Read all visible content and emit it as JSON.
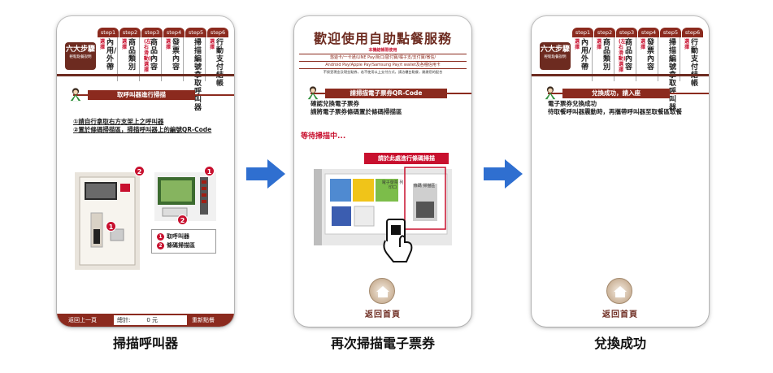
{
  "steps_header": {
    "six_steps_title": "六大步驟",
    "six_steps_sub": "輕鬆點餐說明",
    "steps": [
      {
        "tab": "step1",
        "red": "選擇",
        "text": "內用/外帶"
      },
      {
        "tab": "step2",
        "red": "選擇",
        "text": "商品類別"
      },
      {
        "tab": "step3",
        "red": "(左右滑動)選擇",
        "text": "商品內容"
      },
      {
        "tab": "step4",
        "red": "選擇",
        "text": "發票內容"
      },
      {
        "tab": "step5",
        "red": "",
        "text": "掃描編號拿取呼叫器"
      },
      {
        "tab": "step6",
        "red": "選擇",
        "text": "行動支付結帳"
      }
    ]
  },
  "screen1": {
    "ribbon": "取呼叫器進行掃描",
    "instructions": [
      "①請自行拿取右方支架上之呼叫器",
      "②置於條碼掃描區，掃描呼叫器上的編號QR-Code"
    ],
    "legend": [
      "取呼叫器",
      "條碼掃描區"
    ],
    "badge_1": "1",
    "badge_2": "2",
    "footer_back": "返回上一頁",
    "footer_total_label": "總計:",
    "footer_total_value": "0 元",
    "footer_reorder": "重新點餐"
  },
  "screen2": {
    "welcome": "歡迎使用自助點餐服務",
    "pay_line1": "本機結帳限使用",
    "pay_line2": "悠遊卡/一卡通/LINE Pay/街口/歐付寶/橘子支/支付寶/微信/",
    "pay_line3": "Android Pay/Apple Pay/Samsung Pay/t wallet及各種信用卡",
    "pay_line4": "不接受現金及現金點券，若不使用以上支付方式，請洽櫃台點餐，謝謝您的配合",
    "ribbon": "請掃描電子票券QR-Code",
    "instructions": [
      "確認兌換電子票券",
      "請將電子票券條碼置於條碼掃描區"
    ],
    "waiting": "等待掃描中...",
    "callout": "請於此處進行條碼掃描",
    "kiosk_label_left": "電子發票 列印口",
    "kiosk_label_right": "條碼 掃描區",
    "home_label": "返回首頁"
  },
  "screen3": {
    "ribbon": "兌換成功，請入座",
    "instructions": [
      "電子票券兌換成功",
      "待取餐呼叫器震動時，再攜帶呼叫器至取餐區取餐"
    ],
    "home_label": "返回首頁"
  },
  "captions": [
    "掃描呼叫器",
    "再次掃描電子票券",
    "兌換成功"
  ],
  "colors": {
    "brand": "#8b2a1e",
    "brand_dark": "#6d2b20",
    "accent_red": "#c8102e",
    "arrow_blue": "#2f6fd0"
  }
}
